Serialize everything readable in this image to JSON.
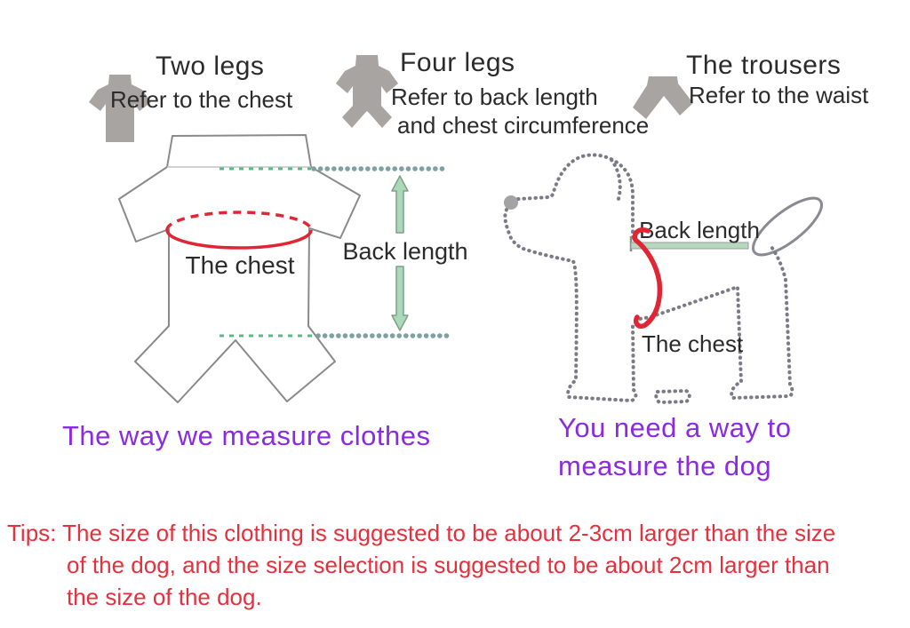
{
  "colors": {
    "bg": "#ffffff",
    "icon-gray": "#a7a4a1",
    "text-dark": "#2b2b2b",
    "purple": "#8a2ae2",
    "tips-red": "#e6303e",
    "band-red": "#e02535",
    "arrow-green-fill": "#abd8b6",
    "arrow-green-stroke": "#7d9f8d",
    "dash-green": "#58bb86",
    "bead-teal": "#7fa0a0",
    "outline-gray": "#8a8a8a",
    "dog-chain-gray": "#7b7b88",
    "bar-green": "#b4d9bc",
    "nose-gray": "#a3a3a3"
  },
  "legend": {
    "two_legs": {
      "title": "Two legs",
      "line1": "Refer to the chest"
    },
    "four_legs": {
      "title": "Four legs",
      "line1": "Refer to back length",
      "line2": "and chest circumference"
    },
    "trousers": {
      "title": "The trousers",
      "line1": "Refer to the waist"
    }
  },
  "clothes_diagram": {
    "chest_label": "The chest",
    "back_length_label": "Back length",
    "caption": "The way we measure clothes"
  },
  "dog_diagram": {
    "chest_label": "The chest",
    "back_length_label": "Back length",
    "caption_line1": "You need a way to",
    "caption_line2": "measure the dog"
  },
  "tips": {
    "line1": "Tips: The size of this clothing is suggested to be about 2-3cm larger than the size",
    "line2": "of the dog, and the size selection is suggested to be about 2cm larger than",
    "line3": "the size of the dog."
  }
}
